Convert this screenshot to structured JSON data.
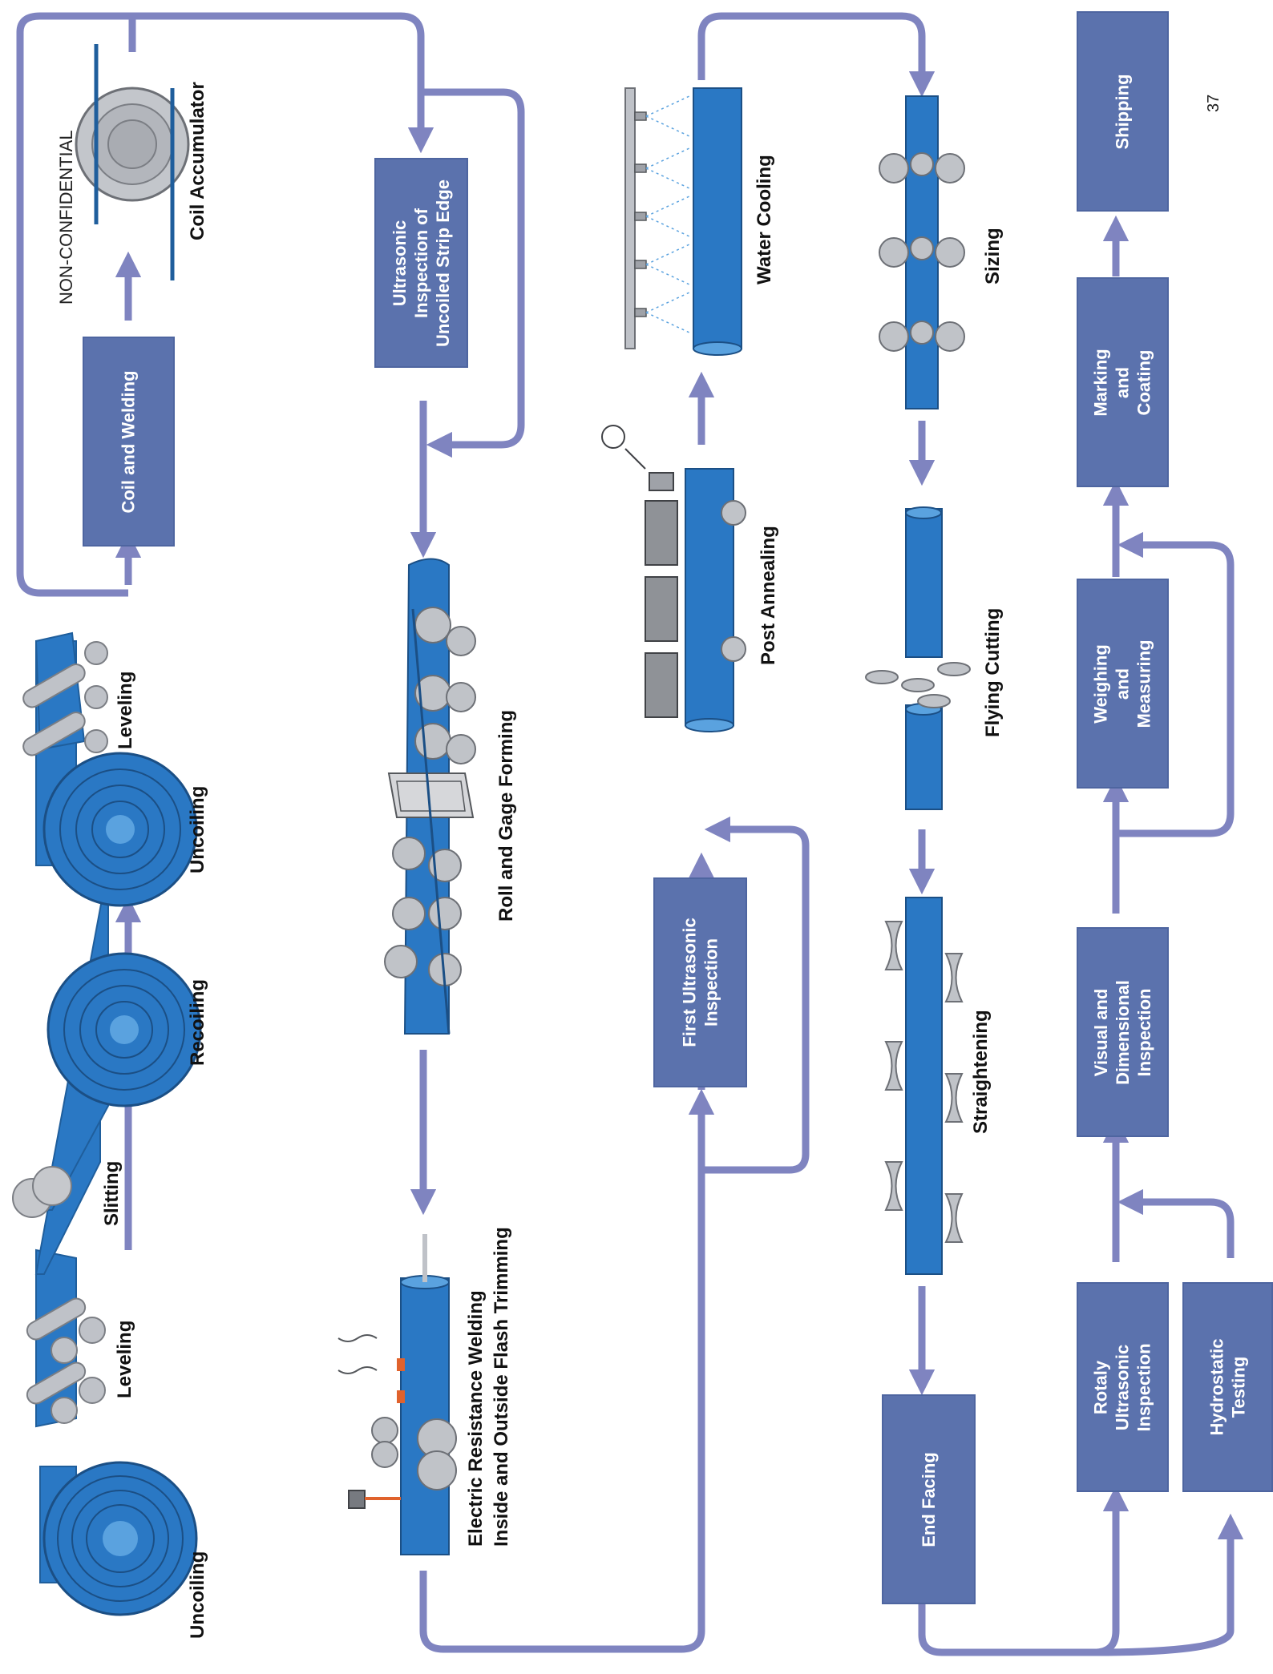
{
  "header": {
    "confidentiality": "NON-CONFIDENTIAL",
    "page_number": "37"
  },
  "steps": {
    "uncoiling_1": "Uncoiling",
    "leveling_1": "Leveling",
    "slitting": "Slitting",
    "recoiling": "Recoiling",
    "uncoiling_2": "Uncoiling",
    "leveling_2": "Leveling",
    "coil_and_welding": "Coil and Welding",
    "coil_accumulator": "Coil Accumulator",
    "ultrasonic_strip_edge": "Ultrasonic\nInspection of\nUncoiled Strip Edge",
    "roll_and_gage_forming": "Roll and Gage Forming",
    "erw_line1": "Electric Resistance Welding",
    "erw_line2": "Inside and Outside Flash Trimming",
    "first_ultrasonic": "First Ultrasonic\nInspection",
    "post_annealing": "Post Annealing",
    "water_cooling": "Water Cooling",
    "sizing": "Sizing",
    "flying_cutting": "Flying Cutting",
    "straightening": "Straightening",
    "end_facing": "End Facing",
    "rotary_ultrasonic": "Rotaly\nUltrasonic\nInspection",
    "hydrostatic": "Hydrostatic\nTesting",
    "visual_dimensional": "Visual and\nDimensional\nInspection",
    "weighing_measuring": "Weighing\nand\nMeasuring",
    "marking_coating": "Marking\nand\nCoating",
    "shipping": "Shipping"
  },
  "colors": {
    "box": "#5b72ad",
    "arrow": "#7f84c0",
    "steel": "#2a78c4",
    "roller": "#b9bcc1"
  }
}
